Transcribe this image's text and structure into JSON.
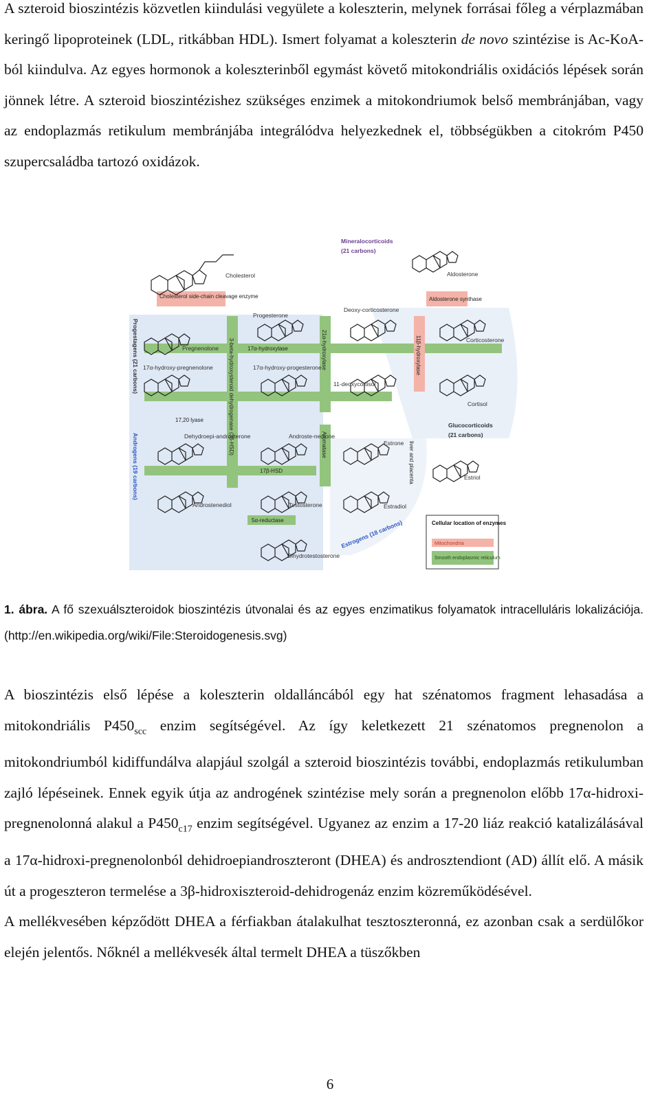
{
  "intro": {
    "s1": "A szteroid bioszintézis közvetlen kiindulási vegyülete a koleszterin, melynek forrásai főleg a vérplazmában keringő lipoproteinek (LDL, ritkábban HDL). Ismert folyamat a koleszterin ",
    "s1_italic": "de novo",
    "s1_end": " szintézise is Ac-KoA-ból kiindulva. Az egyes hormonok a koleszterinből egymást követő mitokondriális oxidációs lépések során jönnek létre. A szteroid bioszintézishez szükséges enzimek a mitokondriumok belső membránjában, vagy az endoplazmás retikulum membránjába integrálódva helyezkednek el, többségükben a citokróm P450 szupercsaládba tartozó oxidázok."
  },
  "figure": {
    "groups": {
      "mineralocorticoids": "Mineralocorticoids",
      "mineralo_carbons": "(21 carbons)",
      "progestagens": "Progestagens (21 carbons)",
      "androgens": "Androgens (19 carbons)",
      "glucocorticoids": "Glucocorticoids",
      "gluco_carbons": "(21 carbons)",
      "estrogens": "Estrogens (18 carbons)"
    },
    "compounds": {
      "cholesterol": "Cholesterol",
      "pregnenolone": "Pregnenolone",
      "progesterone": "Progesterone",
      "deoxycorticosterone": "Deoxy-corticosterone",
      "corticosterone": "Corticosterone",
      "aldosterone": "Aldosterone",
      "oh17_preg": "17α-hydroxy-pregnenolone",
      "oh17_prog": "17α-hydroxy-progesterone",
      "deoxycortisol": "11-deoxycortisol",
      "cortisol": "Cortisol",
      "dhea": "Dehydroepi-androsterone",
      "androstenedione": "Androste-nedione",
      "estrone": "Estrone",
      "androstenediol": "Androstenediol",
      "testosterone": "Testosterone",
      "estradiol": "Estradiol",
      "estriol": "Estriol",
      "dht": "Dihydrotestosterone"
    },
    "enzymes": {
      "scc": "Cholesterol side-chain cleavage enzyme",
      "aldo_synthase": "Aldosterone synthase",
      "hsd3b": "3-beta-hydroxysteroid dehydrogenase (3β-HSD)",
      "oh21": "21α-hydroxylase",
      "oh11b": "11β-hydroxylase",
      "oh17a": "17α-hydroxylase",
      "lyase": "17,20 lyase",
      "hsd17b": "17β-HSD",
      "aromatase": "Aromatase",
      "reductase": "5α-reductase",
      "liver": "liver and placenta"
    },
    "legend": {
      "title": "Cellular location of enzymes",
      "mito": "Mitochondria",
      "er": "Smooth endoplasmic reticulum"
    },
    "colors": {
      "mito": "#f4b3a8",
      "mito_text": "#c0392b",
      "er": "#93c47d",
      "progestagen_bg": "#dfe8f5",
      "mineral_text": "#6a3f8f",
      "estrogen_text": "#2a57c4"
    }
  },
  "caption": {
    "label": "1. ábra.",
    "text": " A fő szexuálszteroidok bioszintézis útvonalai és az egyes enzimatikus folyamatok intracelluláris lokalizációja. (http://en.wikipedia.org/wiki/File:Steroidogenesis.svg)"
  },
  "body": {
    "p1_a": "A bioszintézis első lépése a koleszterin oldalláncából egy hat szénatomos fragment lehasadása a mitokondriális P450",
    "p1_sub1": "scc",
    "p1_b": " enzim segítségével. Az így keletkezett 21 szénatomos pregnenolon a mitokondriumból kidiffundálva alapjául szolgál a szteroid bioszintézis további, endoplazmás retikulumban zajló lépéseinek. Ennek egyik útja az androgének szintézise mely során a pregnenolon előbb 17α-hidroxi-pregnenolonná alakul a P450",
    "p1_sub2": "c17",
    "p1_c": " enzim segítségével. Ugyanez az enzim a 17-20 liáz reakció katalizálásával a 17α-hidroxi-pregnenolonból dehidroepiandroszteront (DHEA) és androsztendiont (AD) állít elő. A másik út a progeszteron termelése a 3β-hidroxiszteroid-dehidrogenáz enzim közreműködésével.",
    "p2": "A mellékvesében képződött DHEA a férfiakban átalakulhat tesztoszteronná, ez azonban csak a serdülőkor elején jelentős. Nőknél a mellékvesék által termelt DHEA a tüszőkben"
  },
  "page_number": "6"
}
